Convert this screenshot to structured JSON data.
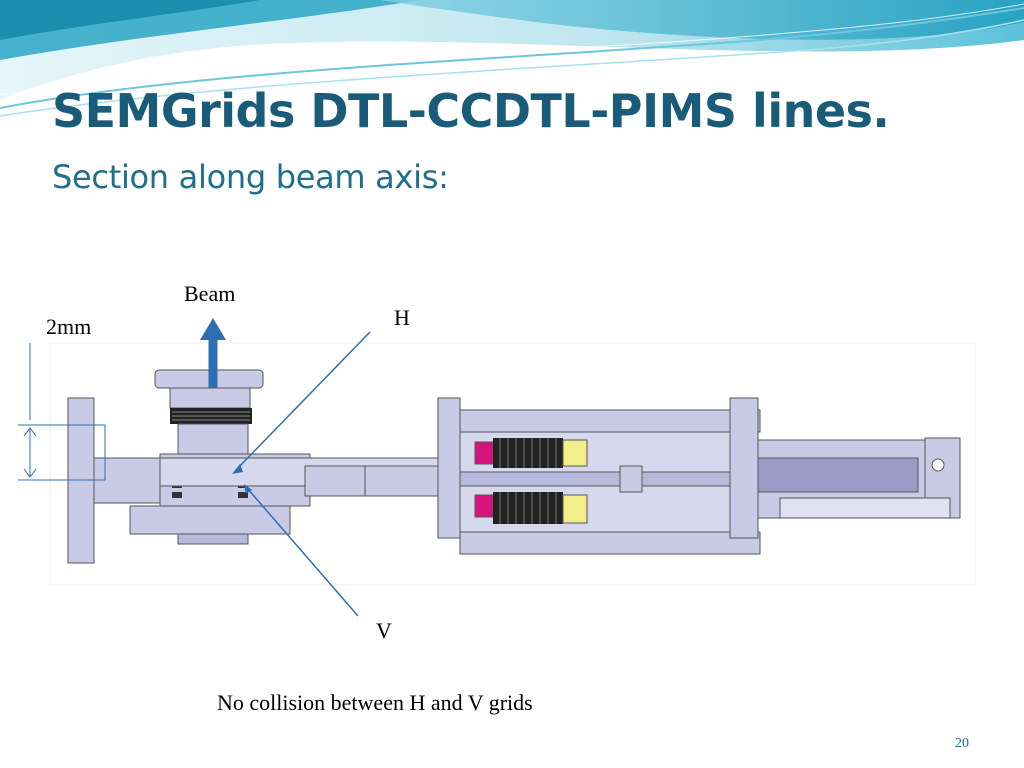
{
  "slide": {
    "title": "SEMGrids DTL-CCDTL-PIMS lines.",
    "subtitle": "Section along beam axis:",
    "caption": "No collision between H and V grids",
    "page_number": "20"
  },
  "diagram": {
    "label_beam": "Beam",
    "label_dimension": "2mm",
    "label_h": "H",
    "label_v": "V"
  },
  "colors": {
    "title": "#1a5b7a",
    "banner_light": "#d7f0f6",
    "banner_mid": "#8fd3e4",
    "banner_dark": "#2aa6c4",
    "steel": "#c9cbe6",
    "steel_dark": "#a7a9cf",
    "magenta": "#d4147a",
    "yellow": "#f2ee8a",
    "arrow_blue": "#2f6db3"
  }
}
